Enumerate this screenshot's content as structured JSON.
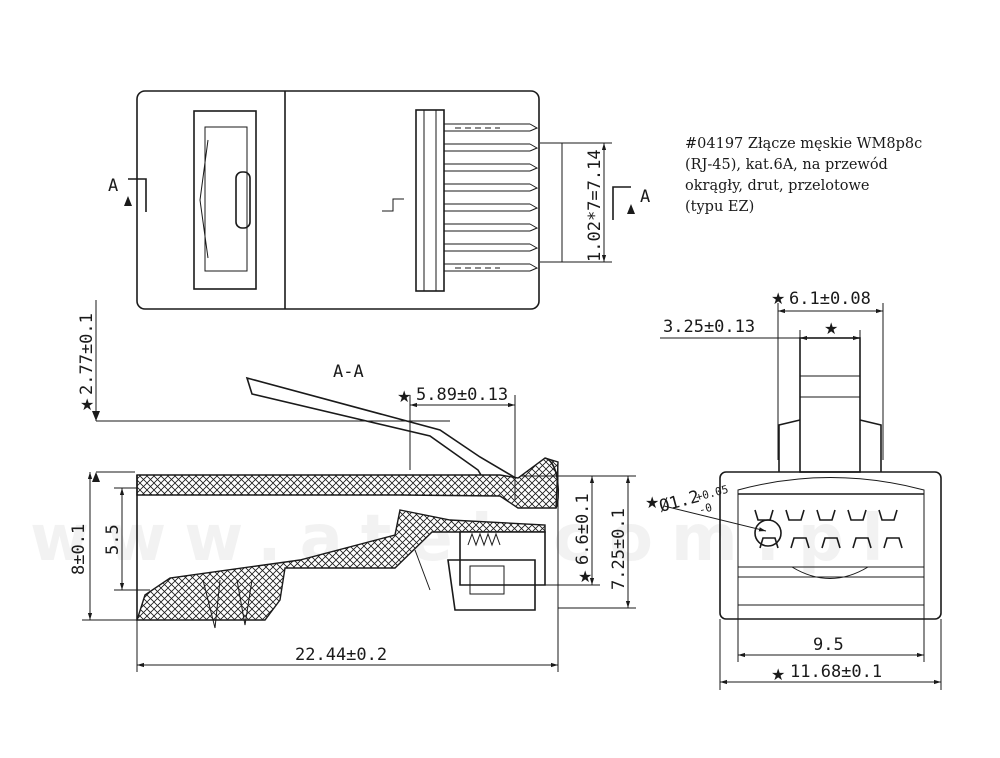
{
  "description": {
    "line1": "#04197 Złącze męskie WM8p8c",
    "line2": "(RJ-45), kat.6A, na przewód",
    "line3": "okrągły, drut, przelotowe",
    "line4": "(typu EZ)"
  },
  "section_marks": {
    "left": "A",
    "right": "A",
    "title": "A-A"
  },
  "dimensions": {
    "pitch": "1.02*7=7.14",
    "h_277": "2.77±0.1",
    "d_589": "5.89±0.13",
    "h_8": "8±0.1",
    "h_55": "5.5",
    "h_66": "6.6±0.1",
    "h_725": "7.25±0.1",
    "len_2244": "22.44±0.2",
    "w_61": "6.1±0.08",
    "w_325": "3.25±0.13",
    "dia_base": "Ø1.2",
    "dia_upper": "+0.05",
    "dia_lower": "-0",
    "w_95": "9.5",
    "w_1168": "11.68±0.1"
  },
  "critical_mark": "★",
  "watermark": "www.atel.com.pl"
}
